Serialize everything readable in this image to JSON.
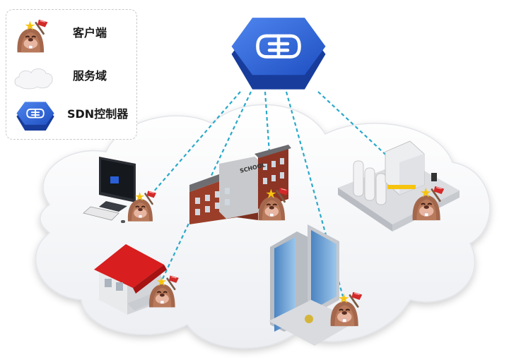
{
  "legend": {
    "items": [
      {
        "icon": "client-mole-icon",
        "label": "客户端"
      },
      {
        "icon": "cloud-icon",
        "label": "服务域"
      },
      {
        "icon": "sdn-controller-icon",
        "label": "SDN控制器"
      }
    ]
  },
  "sign_texts": {
    "school": "SCHOOL"
  },
  "colors": {
    "controller_blue": "#2a5fd6",
    "controller_dark": "#173c9c",
    "link_dashed": "#2aa9c9",
    "roof_red": "#d81e1e",
    "glass_blue": "#6fa8d8",
    "cloud_fill": "#f3f3f5",
    "mole_brown": "#a4674c",
    "mole_muzzle": "#e8b6a0"
  }
}
